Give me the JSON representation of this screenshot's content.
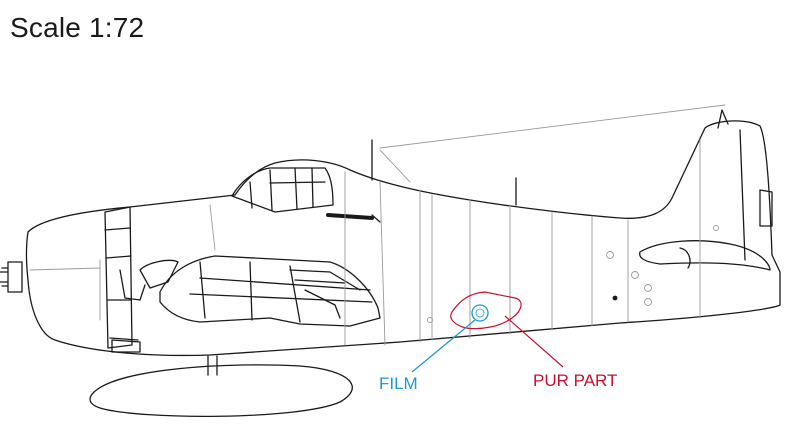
{
  "title": "Scale 1:72",
  "callouts": {
    "film": {
      "text": "FILM",
      "color": "#1a9ad6"
    },
    "pur_part": {
      "text": "PUR PART",
      "color": "#c8102e"
    }
  },
  "colors": {
    "outline": "#1a1a1a",
    "panel_lines": "#9a9a9a"
  }
}
